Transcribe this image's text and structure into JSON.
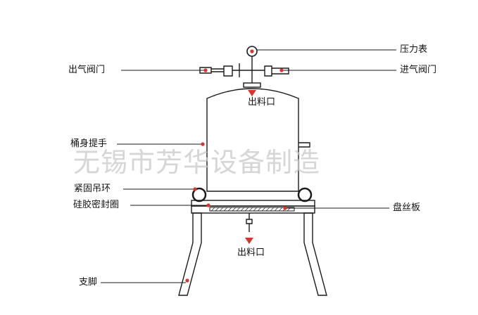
{
  "labels": {
    "pressure_gauge": "压力表",
    "outlet_valve": "出气阀门",
    "inlet_valve": "进气阀门",
    "top_outlet": "出料口",
    "barrel_handle": "桶身提手",
    "lifting_ring": "紧固吊环",
    "silicone_seal": "硅胶密封圈",
    "filter_plate": "盘丝板",
    "bottom_outlet": "出料口",
    "support_leg": "支脚"
  },
  "watermark": "无锡市芳华设备制造",
  "colors": {
    "line": "#1a1a1a",
    "marker": "#d8342b",
    "watermark": "#c9c9c9"
  }
}
